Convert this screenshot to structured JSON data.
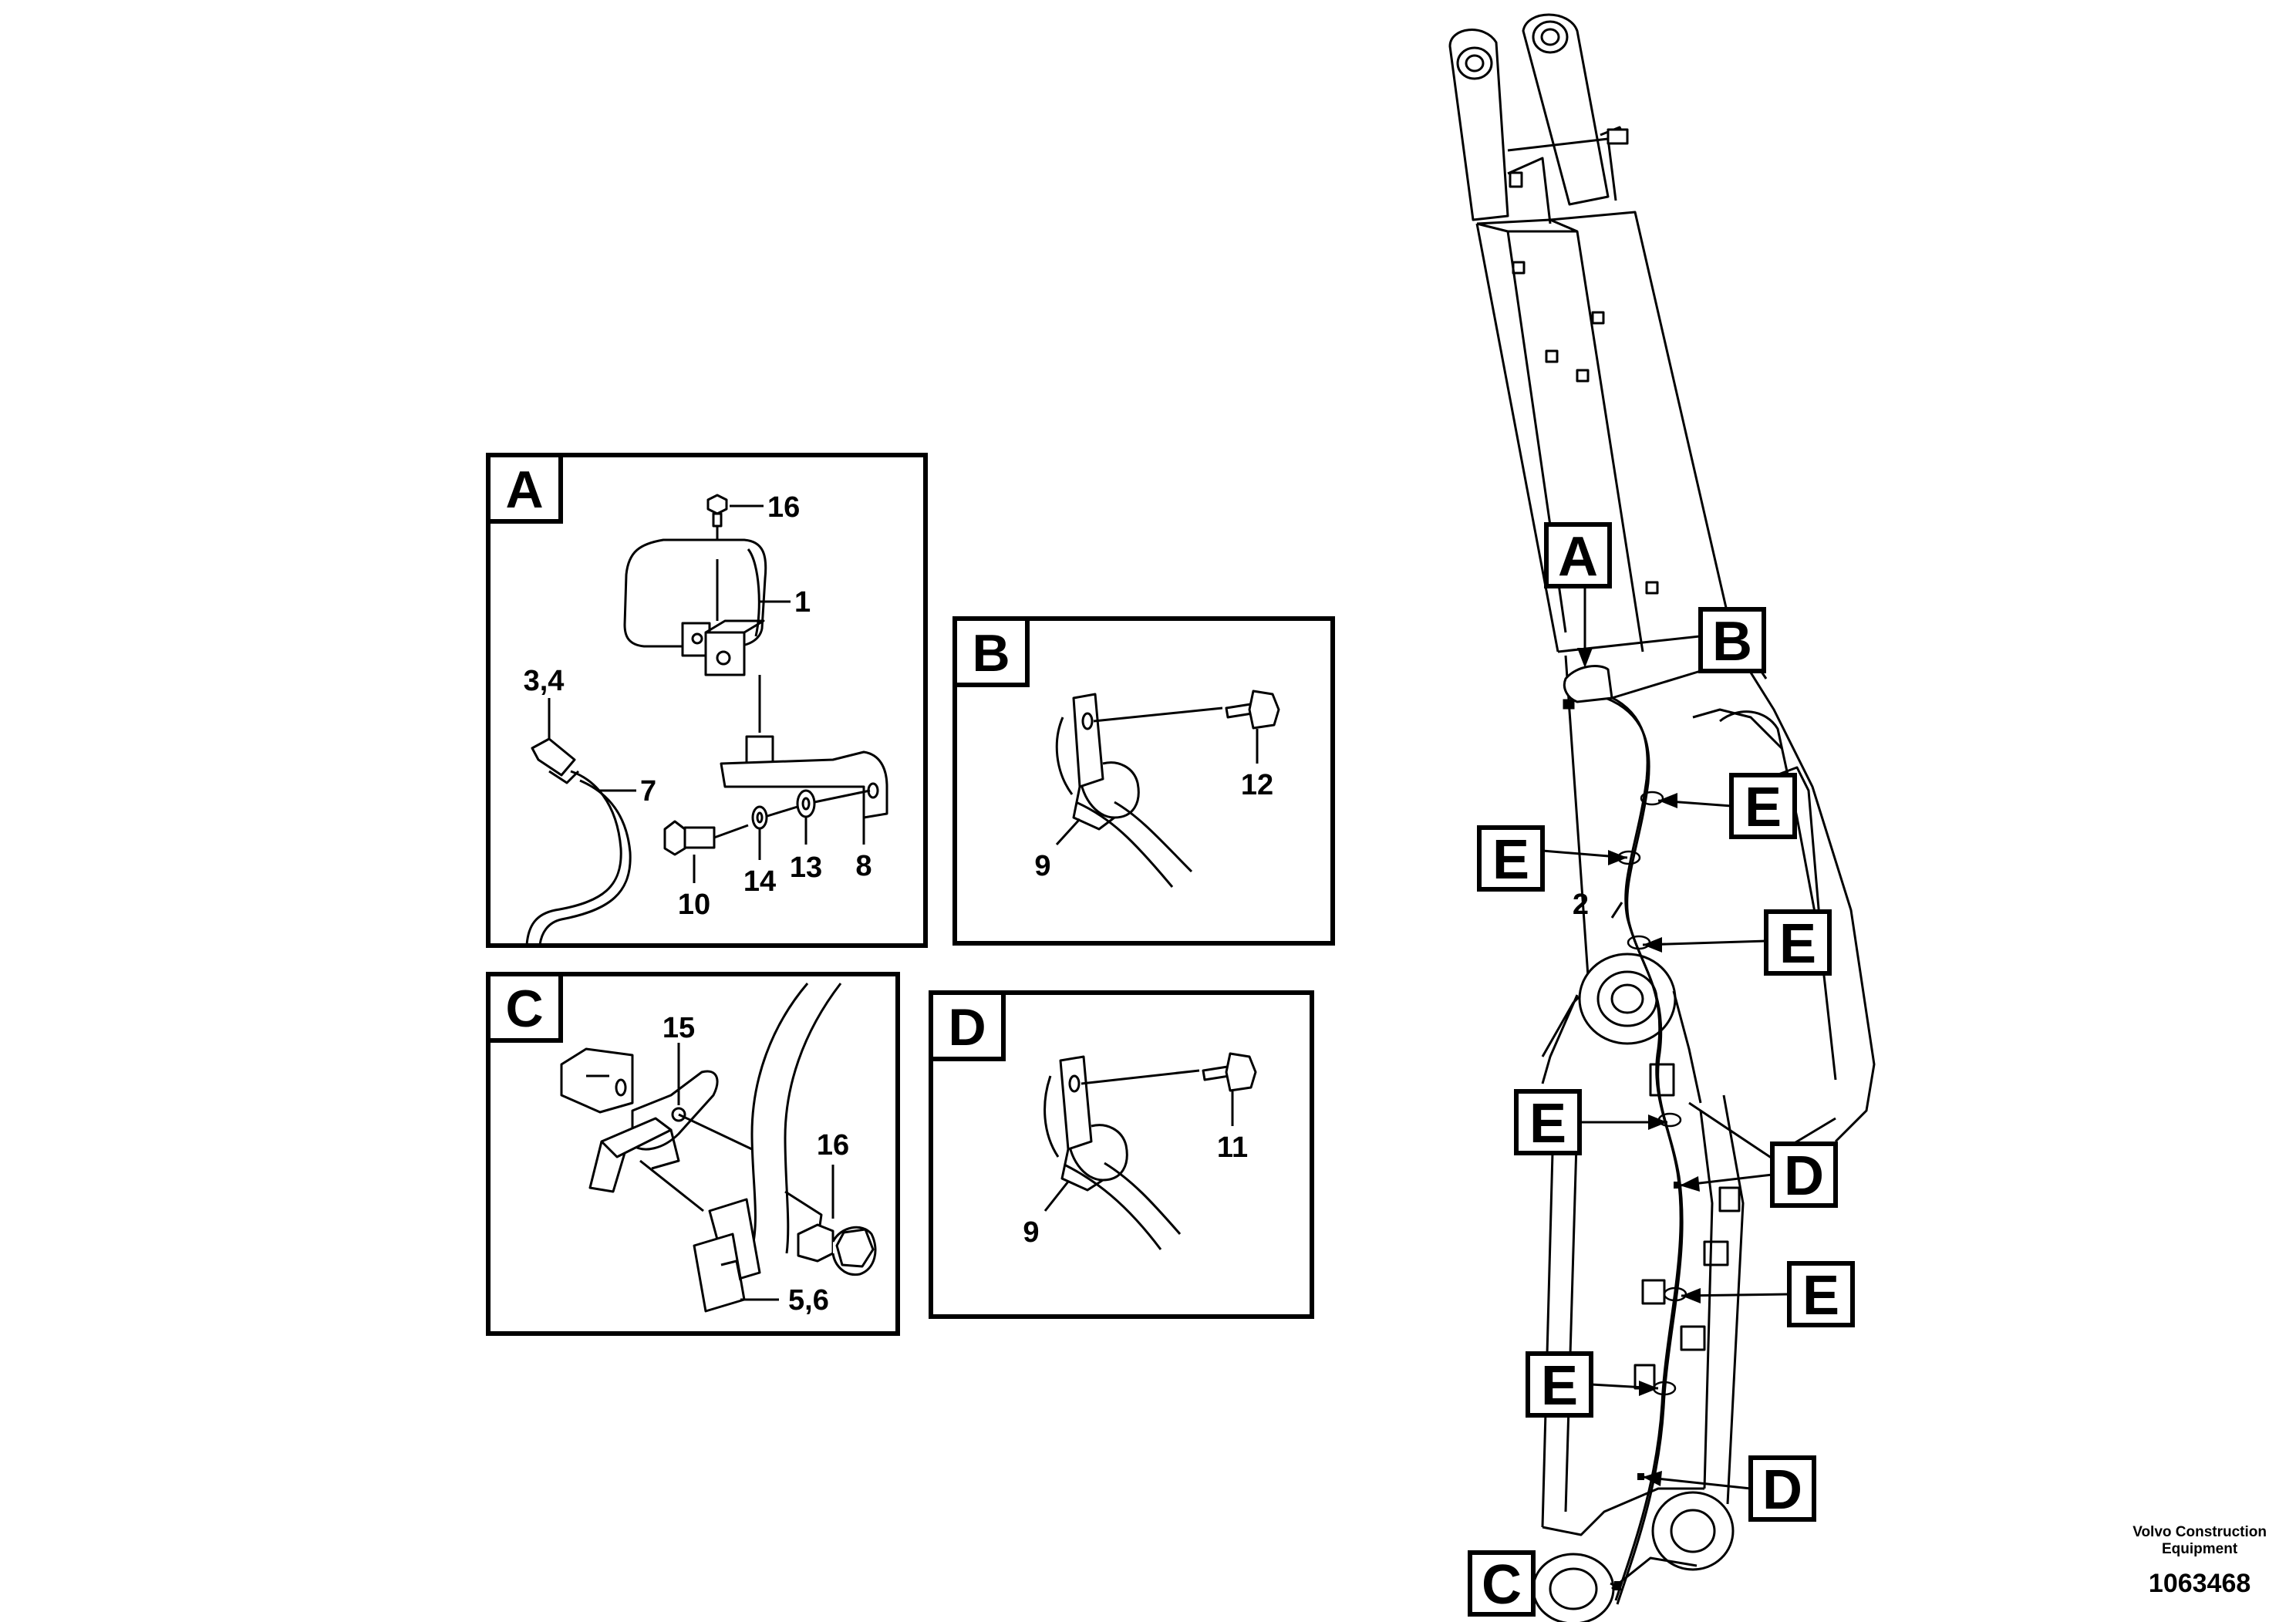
{
  "detail_views": {
    "A": {
      "letter": "A",
      "labels": {
        "p16": "16",
        "p1": "1",
        "p34": "3,4",
        "p7": "7",
        "p10": "10",
        "p14": "14",
        "p13": "13",
        "p8": "8"
      }
    },
    "B": {
      "letter": "B",
      "labels": {
        "p12": "12",
        "p9": "9"
      }
    },
    "C": {
      "letter": "C",
      "labels": {
        "p15": "15",
        "p16": "16",
        "p56": "5,6"
      }
    },
    "D": {
      "letter": "D",
      "labels": {
        "p11": "11",
        "p9": "9"
      }
    }
  },
  "boom_callouts": {
    "A": "A",
    "B": "B",
    "C": "C",
    "D1": "D",
    "D2": "D",
    "E1": "E",
    "E2": "E",
    "E3": "E",
    "E4": "E",
    "E5": "E",
    "E6": "E",
    "harness": "2"
  },
  "credit": {
    "company_line1": "Volvo Construction",
    "company_line2": "Equipment",
    "drawing_number": "1063468"
  }
}
